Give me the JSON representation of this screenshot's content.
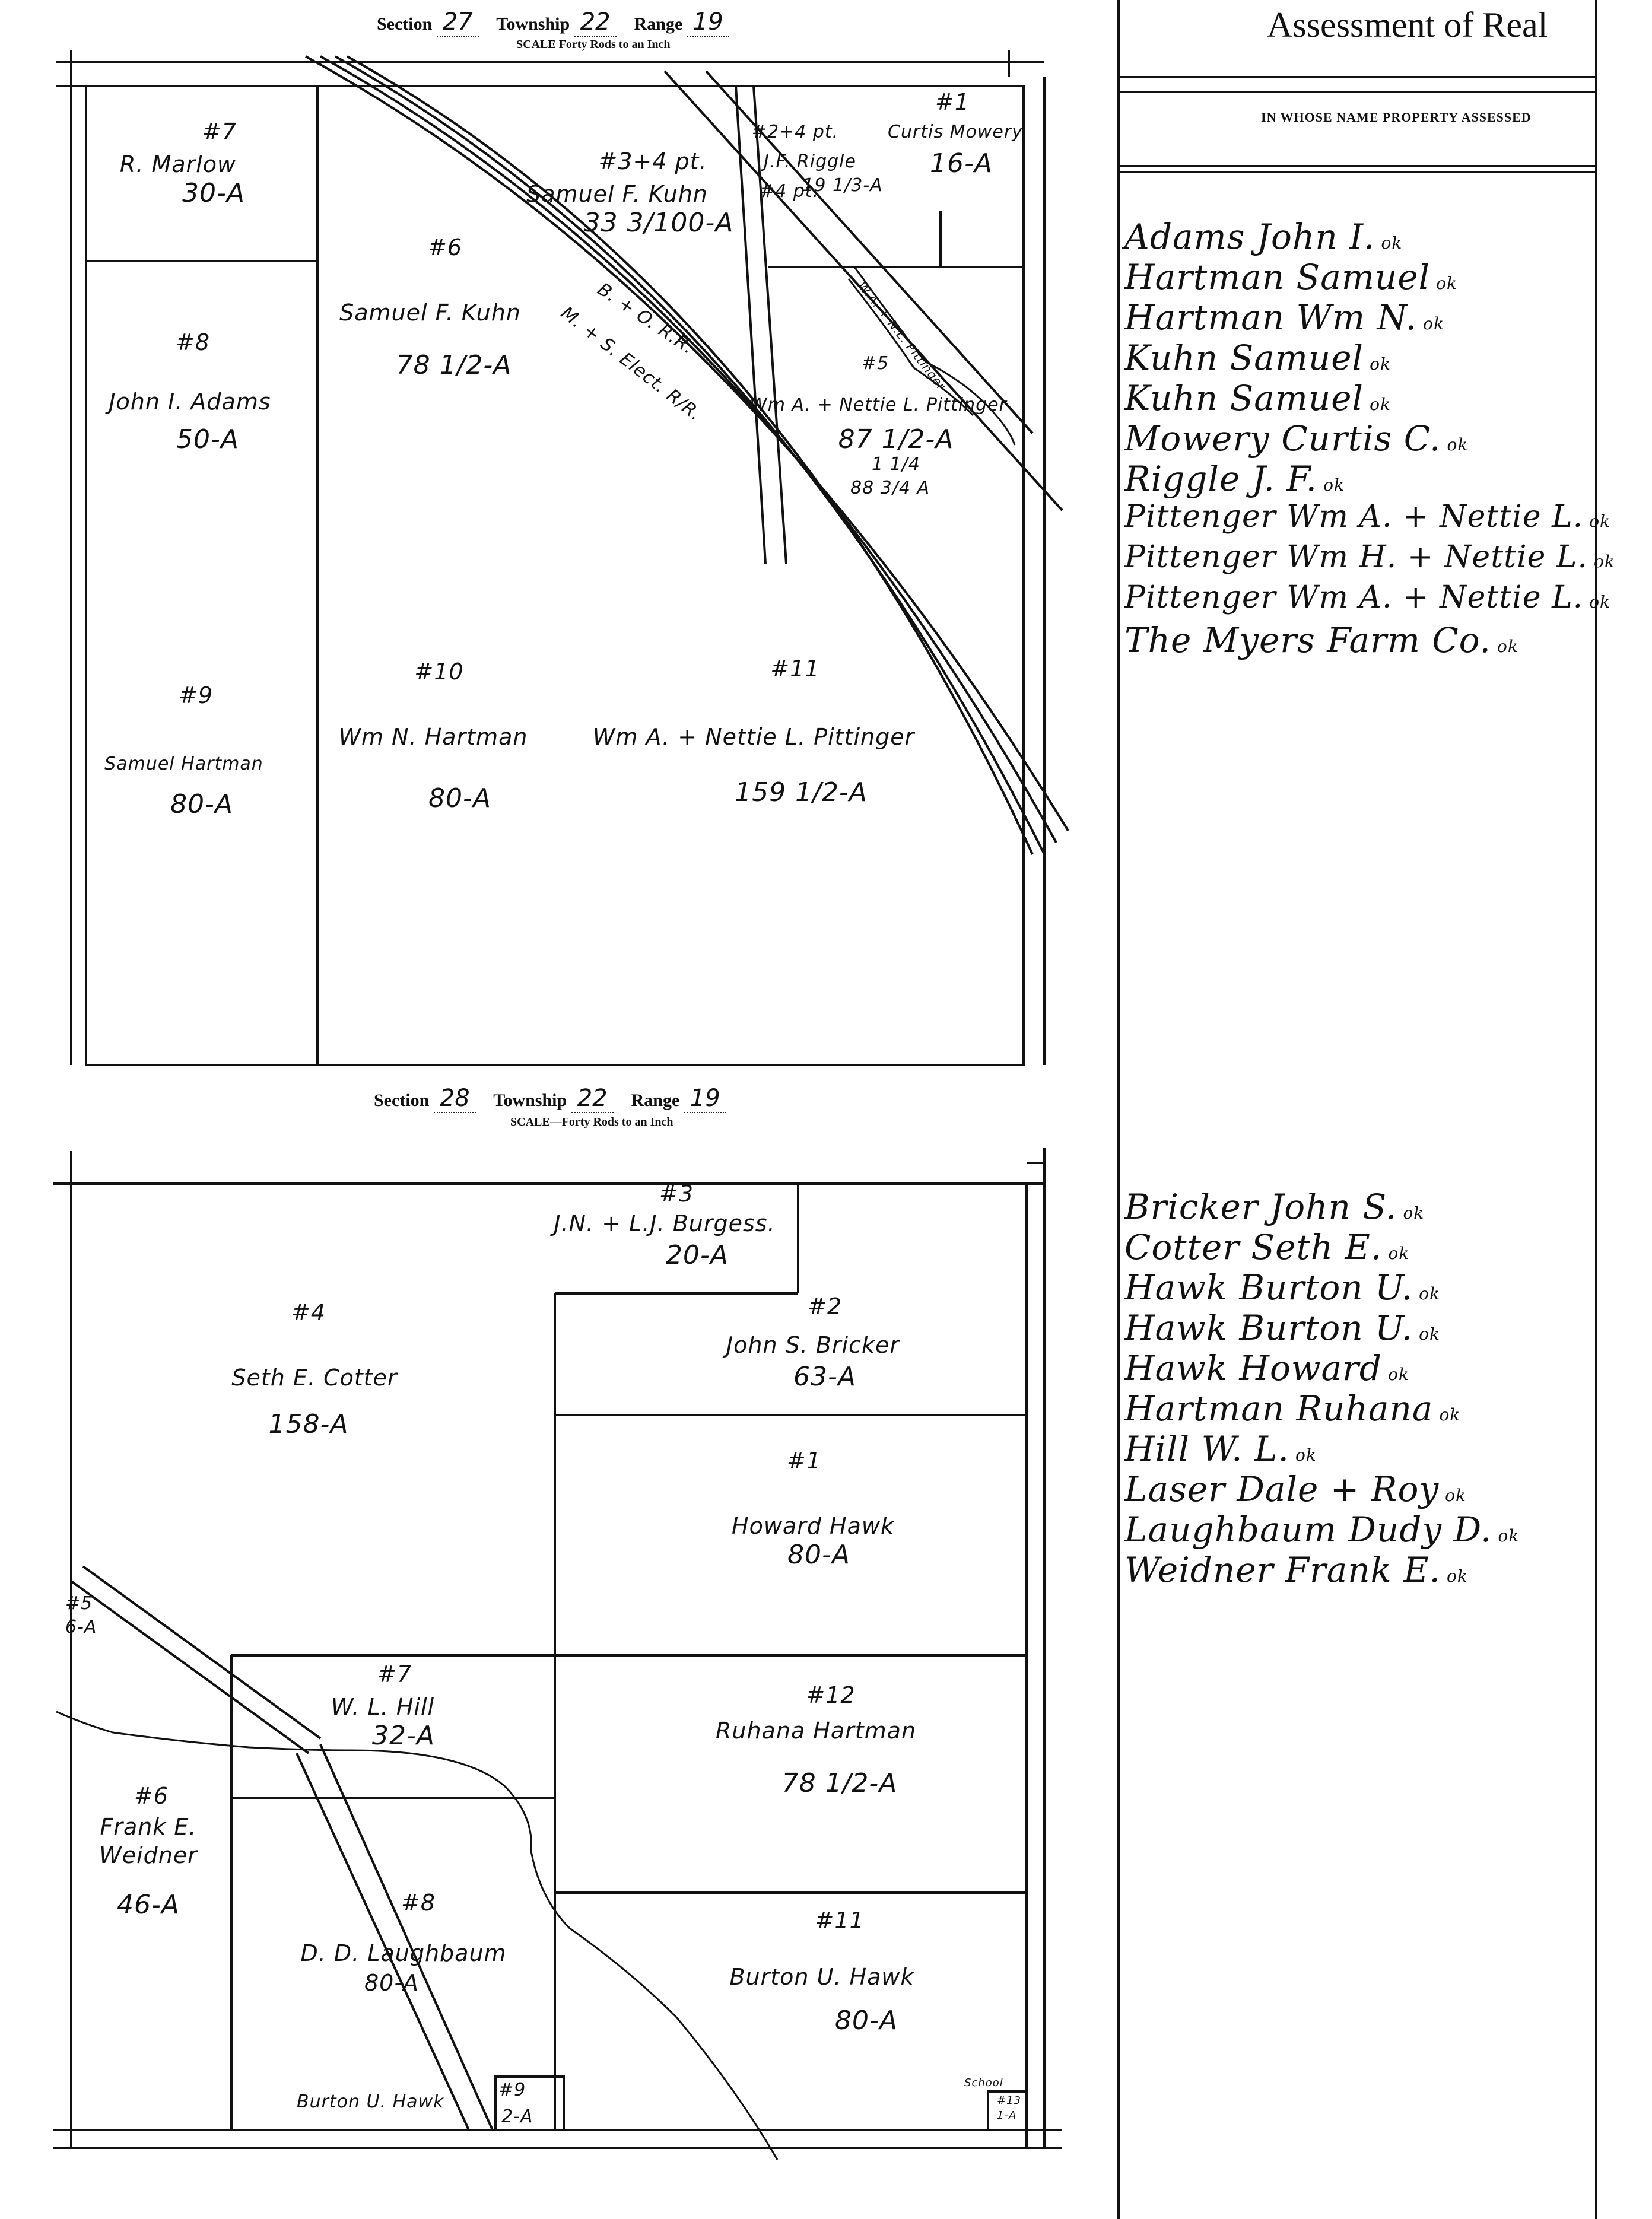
{
  "section27": {
    "label_section": "Section",
    "section": "27",
    "label_township": "Township",
    "township": "22",
    "label_range": "Range",
    "range": "19",
    "scale": "SCALE Forty Rods to an Inch",
    "parcels": [
      {
        "num": "#7",
        "owner": "R. Marlow",
        "acres": "30-A"
      },
      {
        "num": "#3+4 pt.",
        "owner": "Samuel F. Kuhn",
        "acres": "33 3/100-A"
      },
      {
        "num": "#2+4 pt.",
        "owner": "J.F. Riggle",
        "acres": "19 1/3-A",
        "note": "#4 pt."
      },
      {
        "num": "#1",
        "owner": "Curtis Mowery",
        "acres": "16-A"
      },
      {
        "num": "#6",
        "owner": "Samuel F. Kuhn",
        "acres": "78 1/2-A"
      },
      {
        "num": "#8",
        "owner": "John I. Adams",
        "acres": "50-A"
      },
      {
        "num": "#5",
        "owner": "Wm A. + Nettie L. Pittinger",
        "acres": "87 1/2-A",
        "extra1": "1 1/4",
        "extra2": "88 3/4 A"
      },
      {
        "num": "#9",
        "owner": "Samuel Hartman",
        "acres": "80-A"
      },
      {
        "num": "#10",
        "owner": "Wm N. Hartman",
        "acres": "80-A"
      },
      {
        "num": "#11",
        "owner": "Wm A. + Nettie L. Pittinger",
        "acres": "159 1/2-A"
      }
    ],
    "railroad1": "B. + O. R.R.",
    "railroad2": "M. + S. Elect. R/R.",
    "creek_note": "W.A. + N.L. Pittinger"
  },
  "section28": {
    "label_section": "Section",
    "section": "28",
    "label_township": "Township",
    "township": "22",
    "label_range": "Range",
    "range": "19",
    "scale": "SCALE—Forty Rods to an Inch",
    "parcels": [
      {
        "num": "#3",
        "owner": "J.N. + L.J. Burgess.",
        "acres": "20-A"
      },
      {
        "num": "#4",
        "owner": "Seth E. Cotter",
        "acres": "158-A"
      },
      {
        "num": "#2",
        "owner": "John S. Bricker",
        "acres": "63-A"
      },
      {
        "num": "#1",
        "owner": "Howard Hawk",
        "acres": "80-A"
      },
      {
        "num": "#5",
        "owner": "",
        "acres": "6-A"
      },
      {
        "num": "#7",
        "owner": "W. L. Hill",
        "acres": "32-A"
      },
      {
        "num": "#12",
        "owner": "Ruhana Hartman",
        "acres": "78 1/2-A"
      },
      {
        "num": "#6",
        "owner": "Frank E. Weidner",
        "acres": "46-A"
      },
      {
        "num": "#8",
        "owner": "D. D. Laughbaum",
        "acres": "80-A"
      },
      {
        "num": "#11",
        "owner": "Burton U. Hawk",
        "acres": "80-A"
      },
      {
        "num": "#9",
        "owner": "Burton U. Hawk",
        "acres": "2-A"
      }
    ],
    "school": "School",
    "school_num": "#13",
    "school_acres": "1-A"
  },
  "assessment": {
    "title": "Assessment of Real",
    "column_header": "IN WHOSE NAME PROPERTY ASSESSED",
    "names27": [
      {
        "name": "Adams John I.",
        "ok": "ok"
      },
      {
        "name": "Hartman Samuel",
        "ok": "ok"
      },
      {
        "name": "Hartman Wm N.",
        "ok": "ok"
      },
      {
        "name": "Kuhn Samuel",
        "ok": "ok"
      },
      {
        "name": "Kuhn Samuel",
        "ok": "ok"
      },
      {
        "name": "Mowery Curtis C.",
        "ok": "ok"
      },
      {
        "name": "Riggle J. F.",
        "ok": "ok"
      },
      {
        "name": "Pittenger Wm A. + Nettie L.",
        "ok": "ok"
      },
      {
        "name": "Pittenger Wm H. + Nettie L.",
        "ok": "ok"
      },
      {
        "name": "Pittenger Wm A. + Nettie L.",
        "ok": "ok"
      },
      {
        "name": "The Myers Farm Co.",
        "ok": "ok"
      }
    ],
    "names28": [
      {
        "name": "Bricker John S.",
        "ok": "ok"
      },
      {
        "name": "Cotter Seth E.",
        "ok": "ok"
      },
      {
        "name": "Hawk Burton U.",
        "ok": "ok"
      },
      {
        "name": "Hawk Burton U.",
        "ok": "ok"
      },
      {
        "name": "Hawk Howard",
        "ok": "ok"
      },
      {
        "name": "Hartman Ruhana",
        "ok": "ok"
      },
      {
        "name": "Hill W. L.",
        "ok": "ok"
      },
      {
        "name": "Laser Dale + Roy",
        "ok": "ok"
      },
      {
        "name": "Laughbaum Dudy D.",
        "ok": "ok"
      },
      {
        "name": "Weidner Frank E.",
        "ok": "ok"
      }
    ]
  }
}
